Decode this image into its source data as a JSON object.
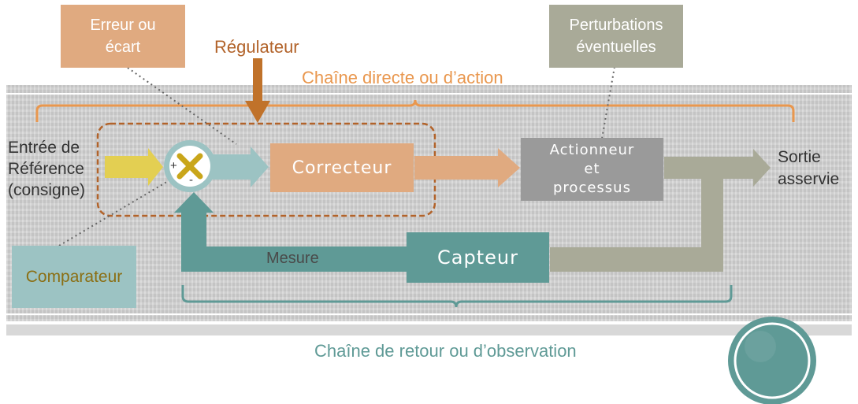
{
  "labels": {
    "erreur": "Erreur ou\nécart",
    "regulateur": "Régulateur",
    "chaine_directe": "Chaîne directe ou d’action",
    "perturbations": "Perturbations\néventuelles",
    "entree": "Entrée de\nRéférence\n(consigne)",
    "correcteur": "Correcteur",
    "actionneur": "Actionneur\net\nprocessus",
    "sortie": "Sortie\nasservie",
    "capteur": "Capteur",
    "mesure": "Mesure",
    "comparateur": "Comparateur",
    "chaine_retour": "Chaîne de retour ou d’observation",
    "plus": "+",
    "minus": "-"
  },
  "colors": {
    "orange": "#e0aa80",
    "orange_dark": "#c0722a",
    "orange_text": "#e9974e",
    "sage": "#a9aa98",
    "grey_box": "#9a9a9a",
    "teal": "#5f9a96",
    "teal_light": "#9cc3c3",
    "yellow": "#e3cf52",
    "olive_text": "#8b6f14"
  }
}
